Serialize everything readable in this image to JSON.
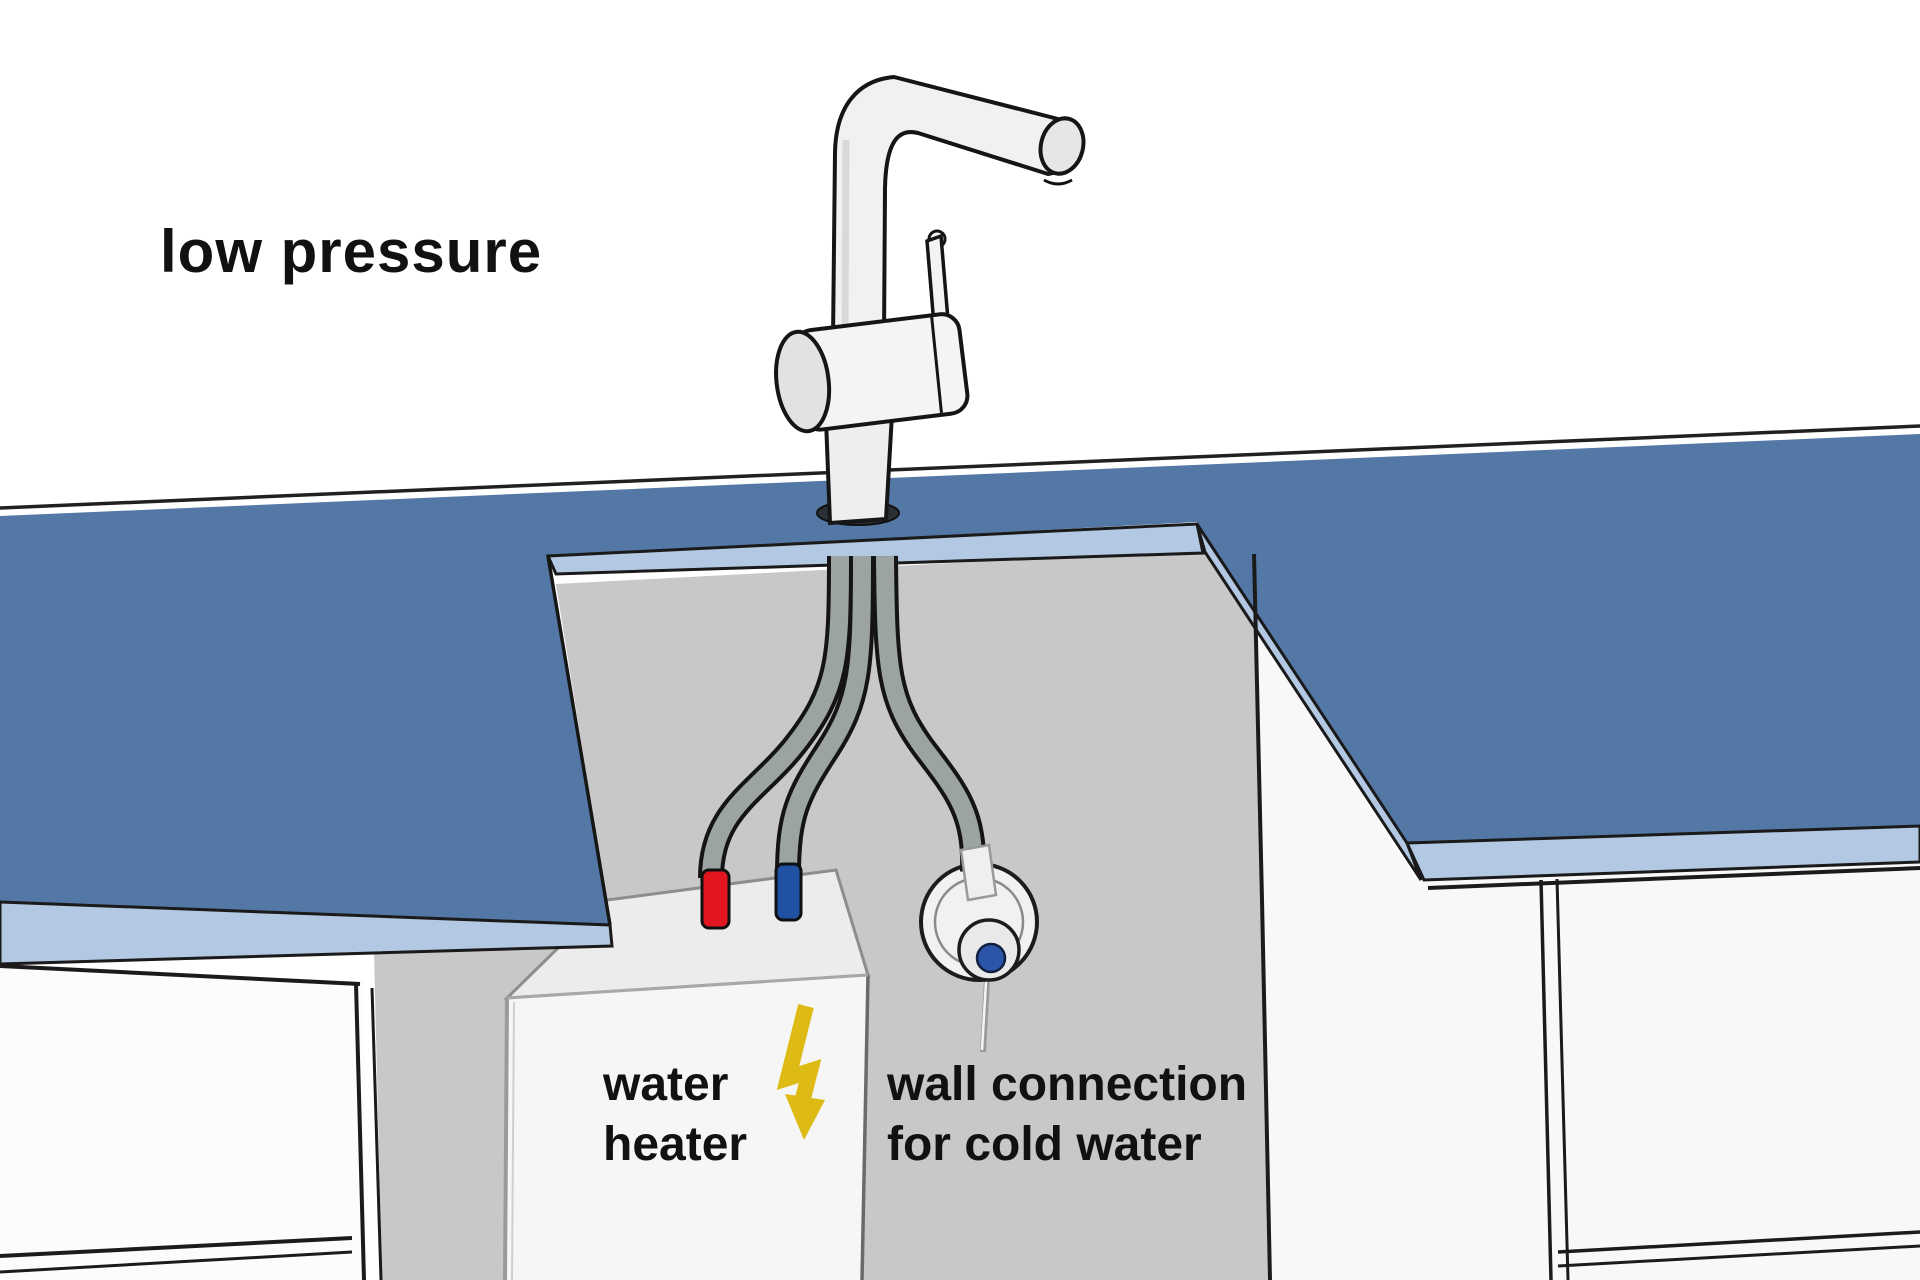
{
  "diagram": {
    "title": "low pressure",
    "heater_label": {
      "line1": "water",
      "line2": "heater"
    },
    "wall_label": {
      "line1": "wall connection",
      "line2": "for cold water"
    },
    "icons": {
      "lightning_bolt": "lightning-bolt-down-arrow-icon",
      "meaning": "electric connection of water heater"
    },
    "components": {
      "faucet": "single-lever kitchen mixer tap",
      "heater": "under-sink water heater with hot (red) and cold (blue) connections",
      "wall_connection": "wall valve with blue cold-water cap",
      "hoses": "three flexible connection hoses"
    },
    "colors": {
      "counter_top": "#5478a6",
      "counter_edge": "#b3c8e2",
      "wall": "#c8c8c8",
      "cabinet": "#fcfcfc",
      "panel": "#f8f8f8",
      "heater_front": "#f6f6f6",
      "heater_top": "#ececec",
      "hose": "#9ba4a2",
      "hot": "#e2161f",
      "cold": "#2051a3",
      "valve_dot": "#2b55a8",
      "bolt": "#ddba14",
      "faucet": "#f1f1f1",
      "outline": "#1a1a1a",
      "text": "#111111"
    }
  }
}
